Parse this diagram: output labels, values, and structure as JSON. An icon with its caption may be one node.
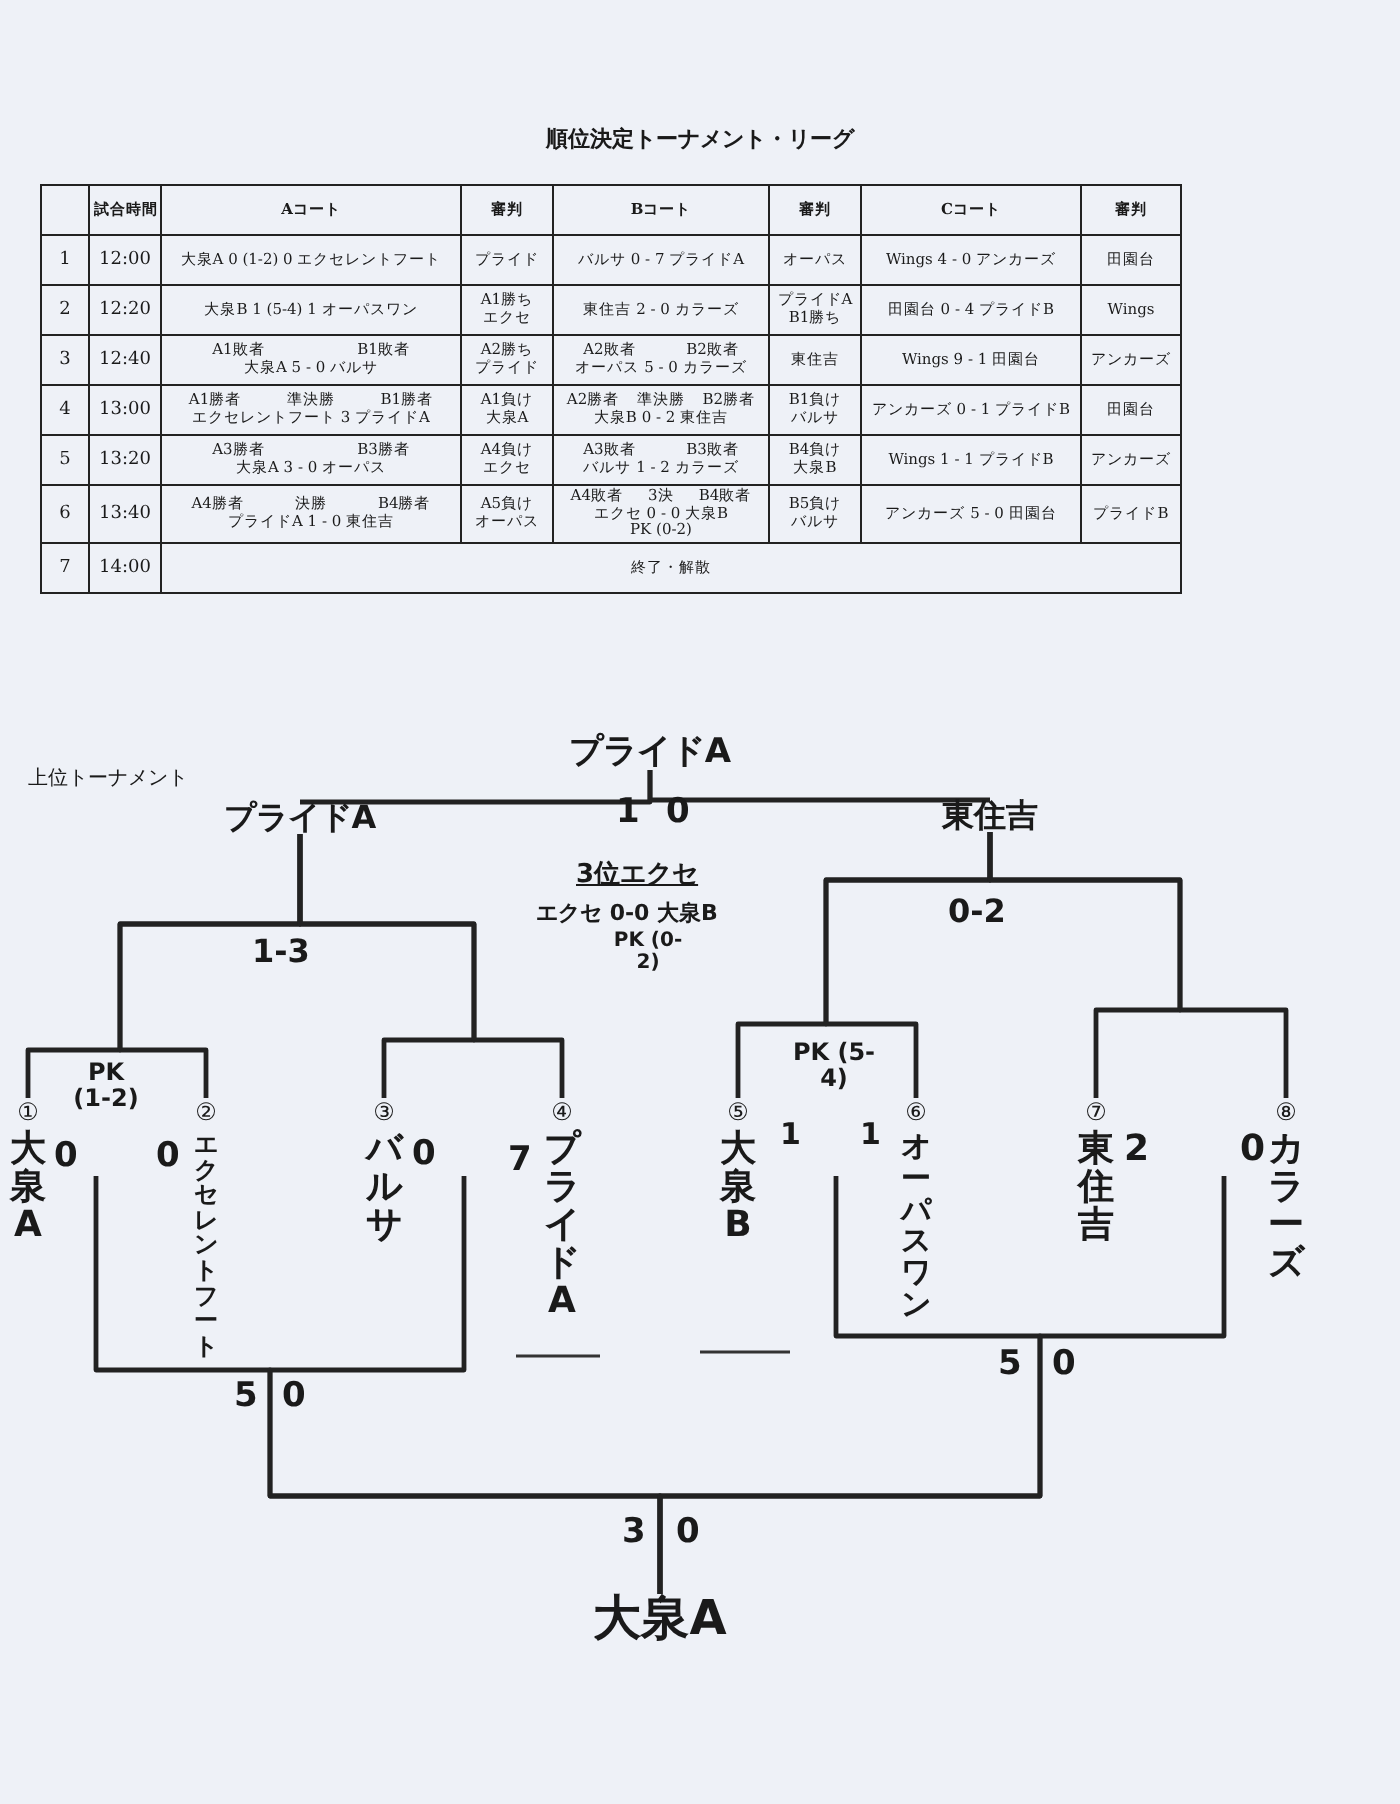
{
  "diagram": {
    "title": "順位決定トーナメント・リーグ",
    "nodes": [
      {
        "text": [
          "プライドA"
        ]
      },
      {
        "text": [
          "プライドA"
        ]
      },
      {
        "text": [
          "東住吉"
        ]
      },
      {
        "text": [
          "大泉A"
        ],
        "beside": [
          "①"
        ]
      },
      {
        "text": [
          "エクセレントフート"
        ],
        "beside": [
          "②"
        ]
      },
      {
        "text": [
          "バルサ"
        ],
        "beside": [
          "③"
        ]
      },
      {
        "text": [
          "プライドA"
        ],
        "beside": [
          "④"
        ]
      },
      {
        "text": [
          "大泉B"
        ],
        "beside": [
          "⑤"
        ]
      },
      {
        "text": [
          "オーパスワン"
        ],
        "beside": [
          "⑥"
        ]
      },
      {
        "text": [
          "東住吉"
        ],
        "beside": [
          "⑦"
        ]
      },
      {
        "text": [
          "カラーズ"
        ],
        "beside": [
          "⑧"
        ]
      },
      {
        "text": [
          "大泉A"
        ]
      }
    ],
    "edges": [
      {
        "from": 1,
        "to": 0,
        "arrow": "none"
      },
      {
        "from": 2,
        "to": 0,
        "arrow": "none"
      },
      {
        "from": 3,
        "to": 1,
        "arrow": "none"
      },
      {
        "from": 4,
        "to": 1,
        "arrow": "none"
      },
      {
        "from": 5,
        "to": 1,
        "arrow": "none"
      },
      {
        "from": 6,
        "to": 1,
        "arrow": "none"
      },
      {
        "from": 7,
        "to": 2,
        "arrow": "none"
      },
      {
        "from": 8,
        "to": 2,
        "arrow": "none"
      },
      {
        "from": 9,
        "to": 2,
        "arrow": "none"
      },
      {
        "from": 10,
        "to": 2,
        "arrow": "none"
      },
      {
        "from": null,
        "to": 11,
        "arrow": "none"
      },
      {
        "from": null,
        "to": 11,
        "arrow": "none"
      },
      {
        "from": null,
        "to": 11,
        "arrow": "none"
      },
      {
        "from": null,
        "to": 11,
        "arrow": "none"
      }
    ],
    "labels": [
      "上位トーナメント",
      "試合時間",
      "Aコート",
      "審判",
      "Bコート",
      "審判",
      "Cコート",
      "審判",
      "1",
      "12:00",
      "大泉A 0 (1-2) 0 エクセレントフート",
      "プライド",
      "バルサ 0 - 7 プライドA",
      "オーパス",
      "Wings 4 - 0 アンカーズ",
      "田園台",
      "2",
      "12:20",
      "大泉B 1 (5-4) 1 オーパスワン",
      "A1勝ち",
      "エクセ",
      "東住吉 2 - 0 カラーズ",
      "プライドA",
      "B1勝ち",
      "田園台 0 - 4 プライドB",
      "Wings",
      "3",
      "12:40",
      "A1敗者",
      "B1敗者",
      "大泉A 5 - 0 バルサ",
      "A2勝ち",
      "プライド",
      "A2敗者",
      "B2敗者",
      "オーパス 5 - 0 カラーズ",
      "東住吉",
      "Wings 9 - 1 田園台",
      "アンカーズ",
      "4",
      "13:00",
      "A1勝者",
      "準決勝",
      "B1勝者",
      "エクセレントフート 3 プライドA",
      "A1負け",
      "大泉A",
      "A2勝者",
      "準決勝",
      "B2勝者",
      "大泉B 0 - 2 東住吉",
      "B1負け",
      "バルサ",
      "アンカーズ 0 - 1 プライドB",
      "田園台",
      "5",
      "13:20",
      "A3勝者",
      "B3勝者",
      "大泉A 3 - 0 オーパス",
      "A4負け",
      "エクセ",
      "A3敗者",
      "B3敗者",
      "バルサ 1 - 2 カラーズ",
      "B4負け",
      "大泉B",
      "Wings 1 - 1 プライドB",
      "アンカーズ",
      "6",
      "13:40",
      "A4勝者",
      "決勝",
      "B4勝者",
      "プライドA 1 - 0 東住吉",
      "A5負け",
      "オーパス",
      "A4敗者",
      "3決",
      "B4敗者",
      "エクセ 0 - 0 大泉B",
      "PK (0-2)",
      "B5負け",
      "バルサ",
      "アンカーズ 5 - 0 田園台",
      "プライドB",
      "7",
      "14:00",
      "終了・解散",
      "1",
      "0",
      "3位エクセ",
      "エクセ 0-0 大泉B",
      "PK (0-2)",
      "1-3",
      "0-2",
      "PK (1-2)",
      "0",
      "0",
      "0",
      "7",
      "PK (5-4)",
      "1",
      "1",
      "2",
      "0",
      "5",
      "0",
      "5",
      "0",
      "3",
      "0"
    ]
  }
}
